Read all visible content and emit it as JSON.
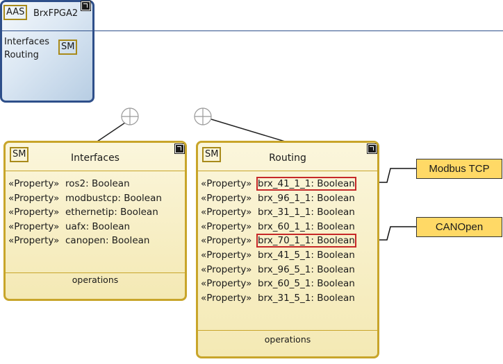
{
  "aas": {
    "tag": "AAS",
    "title": "BrxFPGA2",
    "submodels": [
      "Interfaces",
      "Routing"
    ],
    "sm_tag": "SM"
  },
  "interfaces": {
    "tag": "SM",
    "name": "Interfaces",
    "properties": [
      {
        "stereotype": "«Property»",
        "text": "ros2: Boolean"
      },
      {
        "stereotype": "«Property»",
        "text": "modbustcp: Boolean"
      },
      {
        "stereotype": "«Property»",
        "text": "ethernetip: Boolean"
      },
      {
        "stereotype": "«Property»",
        "text": "uafx: Boolean"
      },
      {
        "stereotype": "«Property»",
        "text": "canopen: Boolean"
      }
    ],
    "operations": "operations"
  },
  "routing": {
    "tag": "SM",
    "name": "Routing",
    "properties": [
      {
        "stereotype": "«Property»",
        "text": "brx_41_1_1: Boolean"
      },
      {
        "stereotype": "«Property»",
        "text": "brx_96_1_1: Boolean"
      },
      {
        "stereotype": "«Property»",
        "text": "brx_31_1_1: Boolean"
      },
      {
        "stereotype": "«Property»",
        "text": "brx_60_1_1: Boolean"
      },
      {
        "stereotype": "«Property»",
        "text": "brx_70_1_1: Boolean"
      },
      {
        "stereotype": "«Property»",
        "text": "brx_41_5_1: Boolean"
      },
      {
        "stereotype": "«Property»",
        "text": "brx_96_5_1: Boolean"
      },
      {
        "stereotype": "«Property»",
        "text": "brx_60_5_1: Boolean"
      },
      {
        "stereotype": "«Property»",
        "text": "brx_31_5_1: Boolean"
      }
    ],
    "operations": "operations"
  },
  "callouts": {
    "modbus": "Modbus TCP",
    "canopen": "CANOpen"
  },
  "colors": {
    "aas_border": "#2e4f8a",
    "sm_border": "#c8a52a",
    "highlight": "#c62828",
    "callout_fill": "#ffd966"
  }
}
